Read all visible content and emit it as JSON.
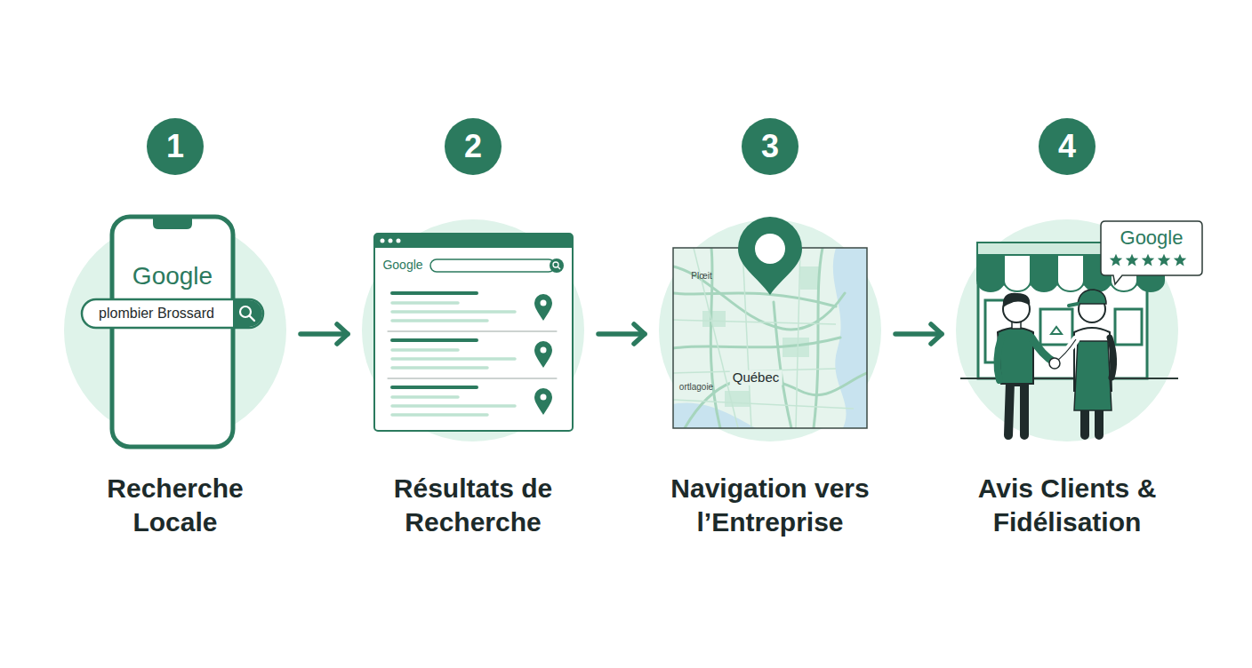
{
  "diagram": {
    "nodes": [
      {
        "text": [
          "1",
          "Recherche Locale"
        ]
      },
      {
        "text": [
          "2",
          "Résultats de Recherche"
        ]
      },
      {
        "text": [
          "3",
          "Navigation vers l’Entreprise"
        ]
      },
      {
        "text": [
          "4",
          "Avis Clients & Fidélisation"
        ]
      }
    ],
    "edges": [
      {
        "from": 0,
        "to": 1,
        "arrow": "to"
      },
      {
        "from": 1,
        "to": 2,
        "arrow": "to"
      },
      {
        "from": 2,
        "to": 3,
        "arrow": "to"
      }
    ],
    "labels": [
      "Google",
      "plombier Brossard",
      "Google",
      "Plœit",
      "Québec",
      "ortlagoie",
      "Google"
    ]
  }
}
